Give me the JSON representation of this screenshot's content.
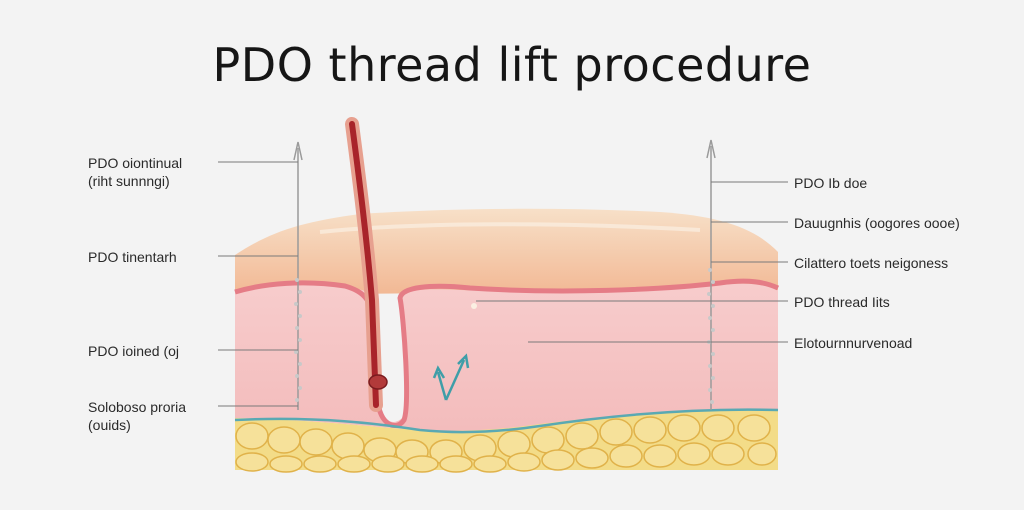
{
  "title": "PDO thread lift procedure",
  "labels_left": [
    {
      "line1": "PDO oiontinual",
      "line2": "(riht sunnngi)"
    },
    {
      "line1": "PDO tinentarh",
      "line2": ""
    },
    {
      "line1": "PDO ioined (oj",
      "line2": ""
    },
    {
      "line1": "Soloboso proria",
      "line2": "(ouids)"
    }
  ],
  "labels_right": [
    {
      "line1": "PDO Ib doe"
    },
    {
      "line1": "Dauugnhis (oogores oooe)"
    },
    {
      "line1": "Cilattero toets neigoness"
    },
    {
      "line1": "PDO thread Iits"
    },
    {
      "line1": "Elotournnurvenoad"
    }
  ],
  "colors": {
    "epidermis": "#f3c6a0",
    "dermis": "#f4c0c0",
    "dermis_line": "#e57c86",
    "fat": "#f3dc88",
    "fat_stroke": "#e3b64c",
    "fascia": "#5aa9b3",
    "thread_outer": "#e2857c",
    "thread_inner": "#a8242a"
  }
}
